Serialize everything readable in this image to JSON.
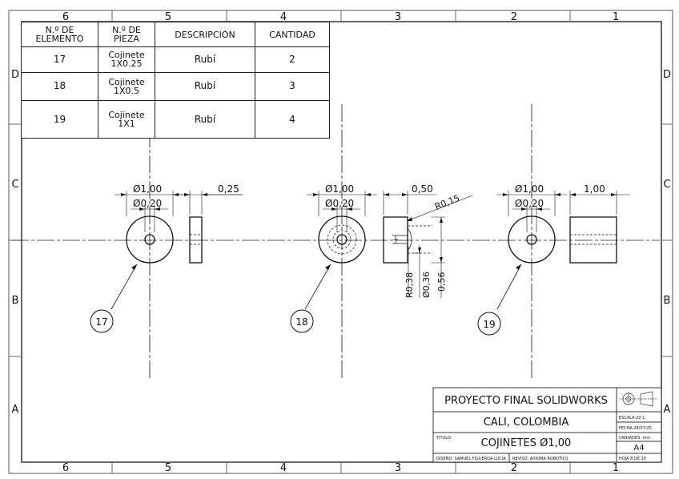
{
  "zones": {
    "columns": [
      "6",
      "5",
      "4",
      "3",
      "2",
      "1"
    ],
    "rows": [
      "D",
      "C",
      "B",
      "A"
    ]
  },
  "bom": {
    "headers": [
      "N.º DE ELEMENTO",
      "N.º DE PIEZA",
      "DESCRIPCIÓN",
      "CANTIDAD"
    ],
    "rows": [
      {
        "element": "17",
        "piece": "Cojinete 1X0.25",
        "description": "Rubí",
        "quantity": "2"
      },
      {
        "element": "18",
        "piece": "Cojinete 1X0.5",
        "description": "Rubí",
        "quantity": "3"
      },
      {
        "element": "19",
        "piece": "Cojinete 1X1",
        "description": "Rubí",
        "quantity": "4"
      }
    ]
  },
  "dimensions": {
    "d_outer": "Ø1,00",
    "d_inner": "Ø0,20",
    "len_17": "0,25",
    "len_18": "0,50",
    "len_19": "1,00",
    "r_015": "R0,15",
    "r_038": "R0,38",
    "d_036": "Ø0,36",
    "h_056": "0,56"
  },
  "balloons": [
    "17",
    "18",
    "19"
  ],
  "title_block": {
    "project": "PROYECTO FINAL SOLIDWORKS",
    "location": "CALI, COLOMBIA",
    "title_label": "TITULO:",
    "title": "COJINETES Ø1,00",
    "scale": "ESCALA:20:1",
    "date": "FECHA:28/07/25",
    "units": "UNIDADES: mm",
    "size": "A4",
    "sheet": "HOJA 8 DE 10",
    "design": "DISEÑO: SAMUEL FIGUEROA LUCIA",
    "review": "REVISÓ: AXIOMA ROBOTICS"
  }
}
